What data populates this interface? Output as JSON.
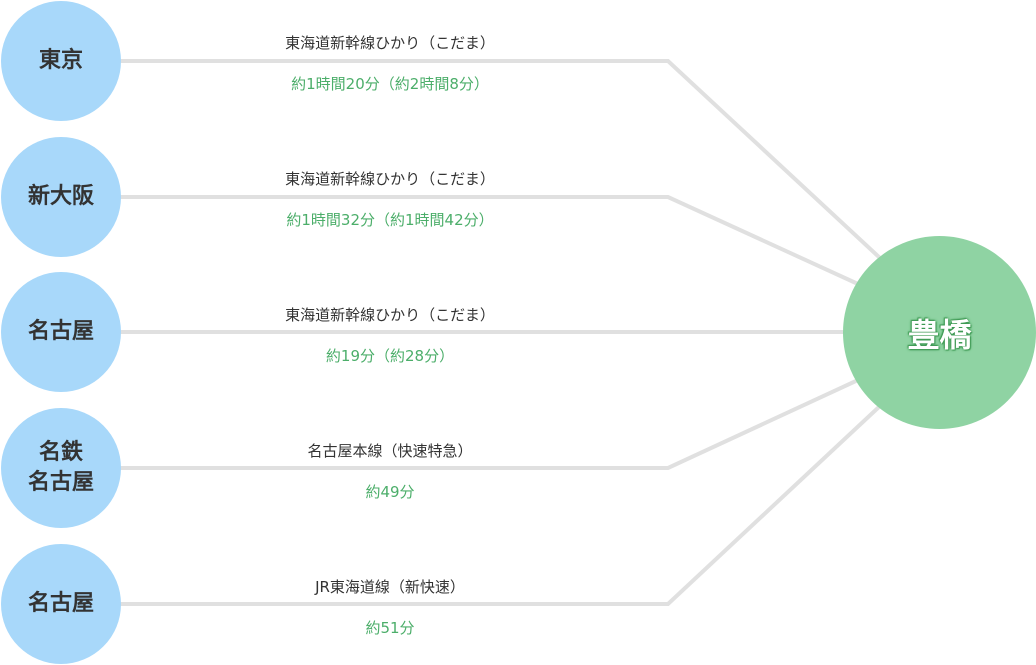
{
  "destination": {
    "name": "豊橋"
  },
  "routes": [
    {
      "origin": "東京",
      "line": "東海道新幹線ひかり（こだま）",
      "time": "約1時間20分（約2時間8分）"
    },
    {
      "origin": "新大阪",
      "line": "東海道新幹線ひかり（こだま）",
      "time": "約1時間32分（約1時間42分）"
    },
    {
      "origin": "名古屋",
      "line": "東海道新幹線ひかり（こだま）",
      "time": "約19分（約28分）"
    },
    {
      "origin": "名鉄\n名古屋",
      "line": "名古屋本線（快速特急）",
      "time": "約49分"
    },
    {
      "origin": "名古屋",
      "line": "JR東海道線（新快速）",
      "time": "約51分"
    }
  ],
  "colors": {
    "origin_fill": "#a8d8fa",
    "destination_fill": "#8fd3a3",
    "connector": "#e0e0e0",
    "time_text": "#4cae6a"
  }
}
